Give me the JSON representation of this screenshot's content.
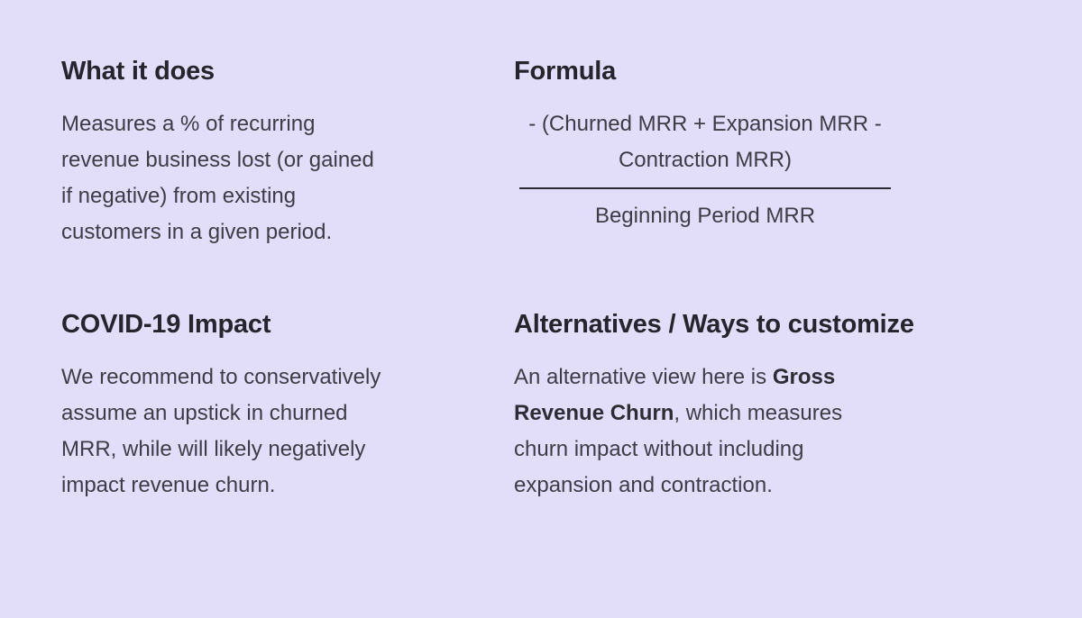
{
  "canvas": {
    "background_color": "#e2ddf9",
    "heading_color": "#26242c",
    "body_color": "#3e3c46",
    "fraction_bar_color": "#2b2933"
  },
  "sections": {
    "what_it_does": {
      "heading": "What it does",
      "lines": [
        "Measures a % of recurring",
        "revenue business lost (or gained",
        "if negative) from existing",
        "customers in a given period."
      ]
    },
    "formula": {
      "heading": "Formula",
      "numerator_lines": [
        "- (Churned MRR + Expansion MRR -",
        "Contraction MRR)"
      ],
      "denominator": "Beginning Period MRR"
    },
    "covid_impact": {
      "heading": "COVID-19 Impact",
      "lines": [
        "We recommend to conservatively",
        "assume an upstick in churned",
        "MRR, while will likely negatively",
        "impact revenue churn."
      ]
    },
    "alternatives": {
      "heading": "Alternatives / Ways to customize",
      "line1": {
        "normal": "An alternative view here is ",
        "bold": "Gross"
      },
      "line2": {
        "bold": "Revenue Churn",
        "normal": ", which measures"
      },
      "line3": "churn impact without including",
      "line4": "expansion and contraction."
    }
  }
}
